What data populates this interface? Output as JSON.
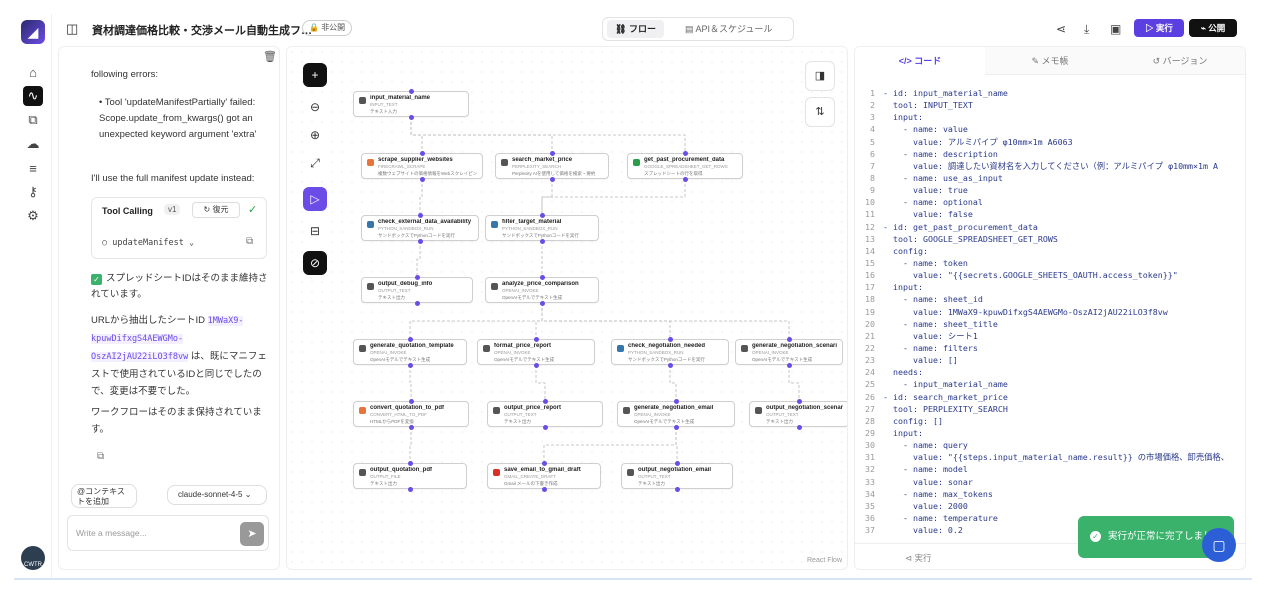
{
  "header": {
    "title": "資材調達価格比較・交渉メール自動生成フ…",
    "visibility_badge": "非公開",
    "tabs": [
      {
        "label": "フロー",
        "icon": "flow-icon"
      },
      {
        "label": "API＆スケジュール",
        "icon": "calendar-icon"
      }
    ],
    "run_label": "▷ 実行",
    "publish_label": "公開"
  },
  "rail": {
    "avatar_text": "CWTR"
  },
  "chat": {
    "intro": "following errors:",
    "error_bullet": "Tool 'updateManifestPartially' failed: Scope.update_from_kwargs() got an unexpected keyword argument 'extra'",
    "fallback": "I'll use the full manifest update instead:",
    "tool_card": {
      "title": "Tool Calling",
      "version": "v1",
      "restore": "復元",
      "function": "updateManifest"
    },
    "status": "スプレッドシートIDはそのまま維持されています。",
    "p1_a": "URLから抽出したシートID ",
    "sheet_id": "1MWaX9-kpuwDifxgS4AEWGMo-OszAI2jAU22iLO3f8vw",
    "p1_b": " は、既にマニフェストで使用されているIDと同じでしたので、変更は不要でした。",
    "p2": "ワークフローはそのまま保持されています。",
    "context_button": "@コンテキストを追加",
    "model": "claude-sonnet-4-5",
    "input_placeholder": "Write a message..."
  },
  "canvas": {
    "attribution": "React Flow",
    "nodes": [
      {
        "label": "input_material_name",
        "sub": "INPUT_TEXT",
        "desc": "テキスト入力",
        "color": "#555"
      },
      {
        "label": "scrape_supplier_websites",
        "sub": "FIRECRAWL_SCRAPE",
        "desc": "複数ウェブサイトの価格情報をWebスクレイピング",
        "color": "#e8743b"
      },
      {
        "label": "search_market_price",
        "sub": "PERPLEXITY_SEARCH",
        "desc": "Perplexity AIを使用して価格を検索・要約",
        "color": "#555"
      },
      {
        "label": "get_past_procurement_data",
        "sub": "GOOGLE_SPREADSHEET_GET_ROWS",
        "desc": "スプレッドシートの行を取得",
        "color": "#2a9d4a"
      },
      {
        "label": "check_external_data_availability",
        "sub": "PYTHON_SANDBOX_RUN",
        "desc": "サンドボックスでPythonコードを実行",
        "color": "#3776ab"
      },
      {
        "label": "filter_target_material",
        "sub": "PYTHON_SANDBOX_RUN",
        "desc": "サンドボックスでPythonコードを実行",
        "color": "#3776ab"
      },
      {
        "label": "output_debug_info",
        "sub": "OUTPUT_TEXT",
        "desc": "テキスト出力",
        "color": "#555"
      },
      {
        "label": "analyze_price_comparison",
        "sub": "OPENAI_INVOKE",
        "desc": "OpenAIモデルでテキスト生成",
        "color": "#555"
      },
      {
        "label": "generate_quotation_template",
        "sub": "OPENAI_INVOKE",
        "desc": "OpenAIモデルでテキスト生成",
        "color": "#555"
      },
      {
        "label": "format_price_report",
        "sub": "OPENAI_INVOKE",
        "desc": "OpenAIモデルでテキスト生成",
        "color": "#555"
      },
      {
        "label": "check_negotiation_needed",
        "sub": "PYTHON_SANDBOX_RUN",
        "desc": "サンドボックスでPythonコードを実行",
        "color": "#3776ab"
      },
      {
        "label": "generate_negotiation_scenarios",
        "sub": "OPENAI_INVOKE",
        "desc": "OpenAIモデルでテキスト生成",
        "color": "#555"
      },
      {
        "label": "convert_quotation_to_pdf",
        "sub": "CONVERT_HTML_TO_PDF",
        "desc": "HTMLからPDFを変換",
        "color": "#e8743b"
      },
      {
        "label": "output_price_report",
        "sub": "OUTPUT_TEXT",
        "desc": "テキスト出力",
        "color": "#555"
      },
      {
        "label": "generate_negotiation_email",
        "sub": "OPENAI_INVOKE",
        "desc": "OpenAIモデルでテキスト生成",
        "color": "#555"
      },
      {
        "label": "output_negotiation_scenarios",
        "sub": "OUTPUT_TEXT",
        "desc": "テキスト出力",
        "color": "#555"
      },
      {
        "label": "output_quotation_pdf",
        "sub": "OUTPUT_FILE",
        "desc": "テキスト出力",
        "color": "#555"
      },
      {
        "label": "save_email_to_gmail_draft",
        "sub": "GMAIL_CREATE_DRAFT",
        "desc": "Gmail メールの下書き作成",
        "color": "#d93025"
      },
      {
        "label": "output_negotiation_email",
        "sub": "OUTPUT_TEXT",
        "desc": "テキスト出力",
        "color": "#555"
      }
    ]
  },
  "code_panel": {
    "tabs": [
      "</> コード",
      "メモ帳",
      "バージョン"
    ],
    "footer_run": "実行",
    "lines": [
      "- id: input_material_name",
      "  tool: INPUT_TEXT",
      "  input:",
      "    - name: value",
      "      value: アルミパイプ φ10mm×1m A6063",
      "    - name: description",
      "      value: 調達したい資材名を入力してください（例：アルミパイプ φ10mm×1m A",
      "    - name: use_as_input",
      "      value: true",
      "    - name: optional",
      "      value: false",
      "- id: get_past_procurement_data",
      "  tool: GOOGLE_SPREADSHEET_GET_ROWS",
      "  config:",
      "    - name: token",
      "      value: \"{{secrets.GOOGLE_SHEETS_OAUTH.access_token}}\"",
      "  input:",
      "    - name: sheet_id",
      "      value: 1MWaX9-kpuwDifxgS4AEWGMo-OszAI2jAU22iLO3f8vw",
      "    - name: sheet_title",
      "      value: シート1",
      "    - name: filters",
      "      value: []",
      "  needs:",
      "    - input_material_name",
      "- id: search_market_price",
      "  tool: PERPLEXITY_SEARCH",
      "  config: []",
      "  input:",
      "    - name: query",
      "      value: \"{{steps.input_material_name.result}} の市場価格、卸売価格、",
      "    - name: model",
      "      value: sonar",
      "    - name: max_tokens",
      "      value: 2000",
      "    - name: temperature",
      "      value: 0.2"
    ]
  },
  "toast": {
    "text": "実行が正常に完了しました"
  }
}
